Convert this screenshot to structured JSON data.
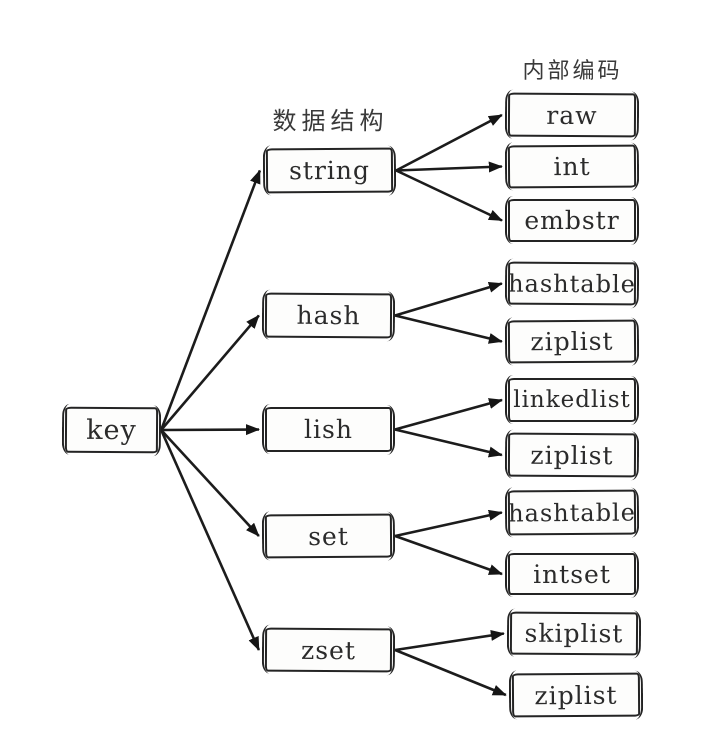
{
  "diagram": {
    "column_labels": {
      "structures": "数据结构",
      "encodings": "内部编码"
    },
    "root": {
      "id": "key",
      "label": "key"
    },
    "structures": [
      {
        "id": "string",
        "label": "string"
      },
      {
        "id": "hash",
        "label": "hash"
      },
      {
        "id": "lish",
        "label": "lish"
      },
      {
        "id": "set",
        "label": "set"
      },
      {
        "id": "zset",
        "label": "zset"
      }
    ],
    "encodings": [
      {
        "id": "raw",
        "label": "raw"
      },
      {
        "id": "int",
        "label": "int"
      },
      {
        "id": "embstr",
        "label": "embstr"
      },
      {
        "id": "hashtable1",
        "label": "hashtable"
      },
      {
        "id": "ziplist1",
        "label": "ziplist"
      },
      {
        "id": "linkedlist",
        "label": "linkedlist"
      },
      {
        "id": "ziplist2",
        "label": "ziplist"
      },
      {
        "id": "hashtable2",
        "label": "hashtable"
      },
      {
        "id": "intset",
        "label": "intset"
      },
      {
        "id": "skiplist",
        "label": "skiplist"
      },
      {
        "id": "ziplist3",
        "label": "ziplist"
      }
    ],
    "edges": [
      {
        "from": "key",
        "to": "string"
      },
      {
        "from": "key",
        "to": "hash"
      },
      {
        "from": "key",
        "to": "lish"
      },
      {
        "from": "key",
        "to": "set"
      },
      {
        "from": "key",
        "to": "zset"
      },
      {
        "from": "string",
        "to": "raw"
      },
      {
        "from": "string",
        "to": "int"
      },
      {
        "from": "string",
        "to": "embstr"
      },
      {
        "from": "hash",
        "to": "hashtable1"
      },
      {
        "from": "hash",
        "to": "ziplist1"
      },
      {
        "from": "lish",
        "to": "linkedlist"
      },
      {
        "from": "lish",
        "to": "ziplist2"
      },
      {
        "from": "set",
        "to": "hashtable2"
      },
      {
        "from": "set",
        "to": "intset"
      },
      {
        "from": "zset",
        "to": "skiplist"
      },
      {
        "from": "zset",
        "to": "ziplist3"
      }
    ],
    "colors": {
      "ink": "#1c1c1c",
      "background": "#ffffff"
    }
  }
}
